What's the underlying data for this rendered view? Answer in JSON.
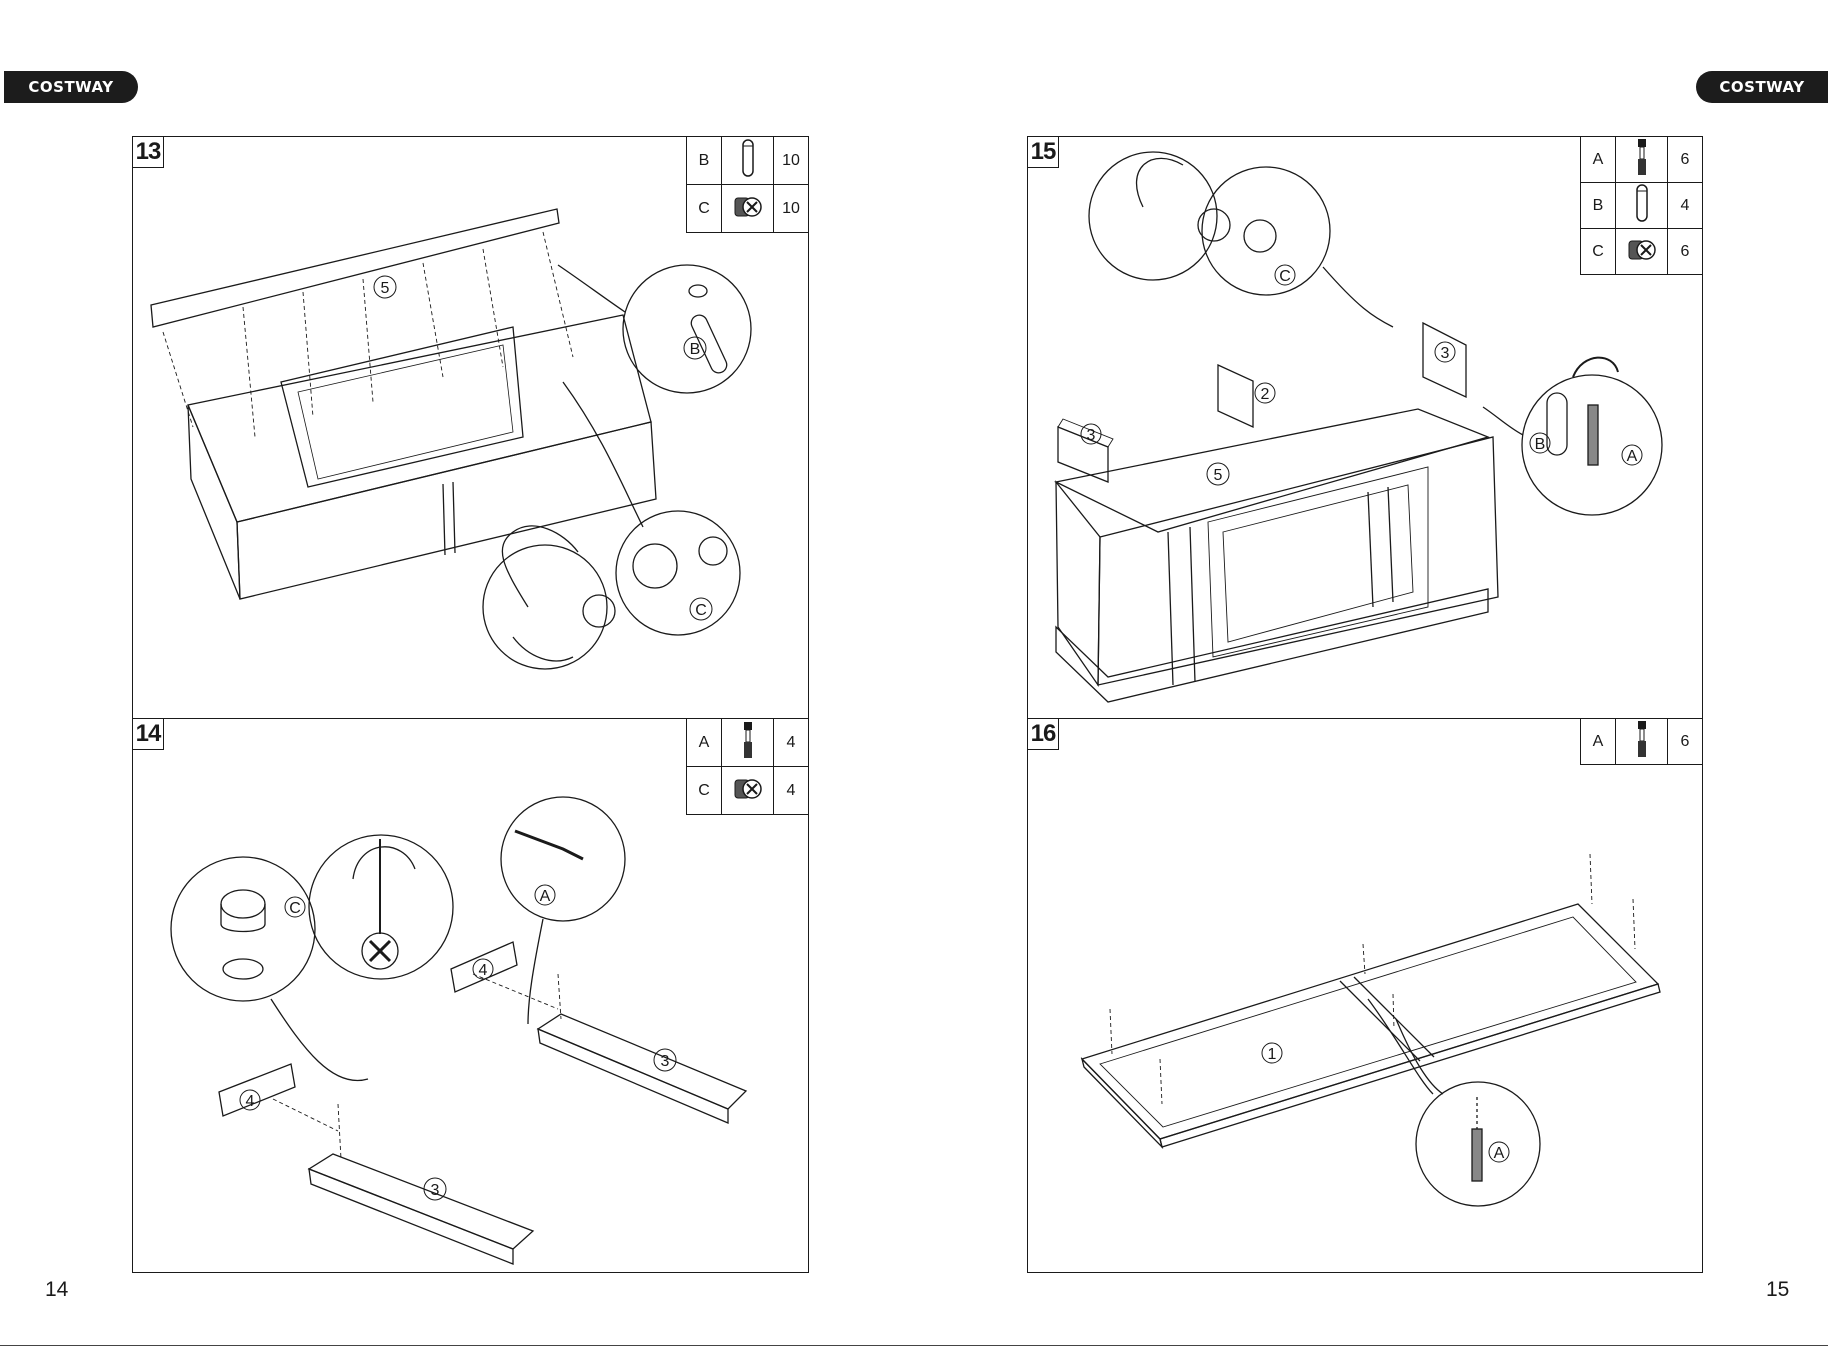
{
  "brand": "COSTWAY",
  "pages": {
    "left": "14",
    "right": "15"
  },
  "steps": [
    {
      "number": "13",
      "parts": [
        {
          "letter": "B",
          "icon": "dowel-icon",
          "qty": "10"
        },
        {
          "letter": "C",
          "icon": "cam-lock-icon",
          "qty": "10"
        }
      ],
      "callouts": [
        "B",
        "C"
      ],
      "panel_labels": [
        "5"
      ]
    },
    {
      "number": "14",
      "parts": [
        {
          "letter": "A",
          "icon": "cam-bolt-icon",
          "qty": "4"
        },
        {
          "letter": "C",
          "icon": "cam-lock-icon",
          "qty": "4"
        }
      ],
      "callouts": [
        "C",
        "A"
      ],
      "panel_labels": [
        "4",
        "3",
        "4",
        "3"
      ]
    },
    {
      "number": "15",
      "parts": [
        {
          "letter": "A",
          "icon": "cam-bolt-icon",
          "qty": "6"
        },
        {
          "letter": "B",
          "icon": "dowel-icon",
          "qty": "4"
        },
        {
          "letter": "C",
          "icon": "cam-lock-icon",
          "qty": "6"
        }
      ],
      "callouts": [
        "C",
        "B",
        "A"
      ],
      "panel_labels": [
        "3",
        "2",
        "3",
        "5"
      ]
    },
    {
      "number": "16",
      "parts": [
        {
          "letter": "A",
          "icon": "cam-bolt-icon",
          "qty": "6"
        }
      ],
      "callouts": [
        "A"
      ],
      "panel_labels": [
        "1"
      ]
    }
  ]
}
